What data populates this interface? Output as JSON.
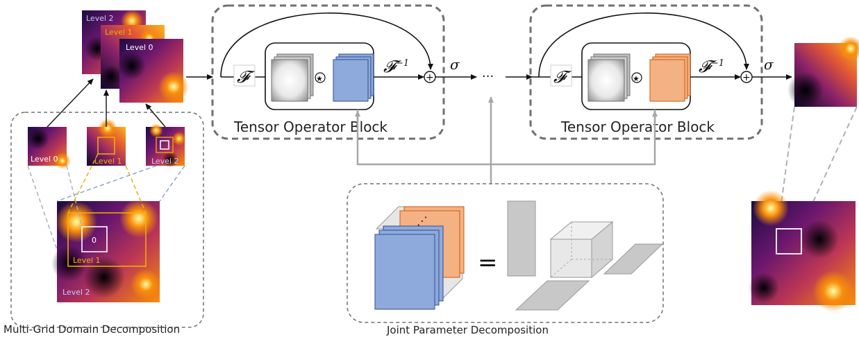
{
  "blocks": {
    "block1_label": "Tensor Operator Block",
    "block2_label": "Tensor Operator Block",
    "fourier": "𝓕",
    "inverse_fourier": "𝓕",
    "inverse_exp": "−1",
    "activation": "σ",
    "ellipsis": "···",
    "conv_star": "★",
    "sum": "+"
  },
  "levels": {
    "stack_level2": "Level 2",
    "stack_level1": "Level 1",
    "stack_level0": "Level 0",
    "small_level0": "Level 0",
    "small_level1": "Level 1",
    "small_level2": "Level 2",
    "big_center": "0",
    "big_level1": "Level 1",
    "big_level2": "Level 2"
  },
  "captions": {
    "multigrid": "Multi-Grid Domain Decomposition",
    "joint": "Joint Parameter Decomposition"
  },
  "joint": {
    "equals": "=",
    "dots": "⋰"
  },
  "colors": {
    "blue_kernel": "#8ea9db",
    "orange_kernel": "#f4b183",
    "dashed_border": "#707070",
    "gray_arrow": "#a6a6a6"
  }
}
